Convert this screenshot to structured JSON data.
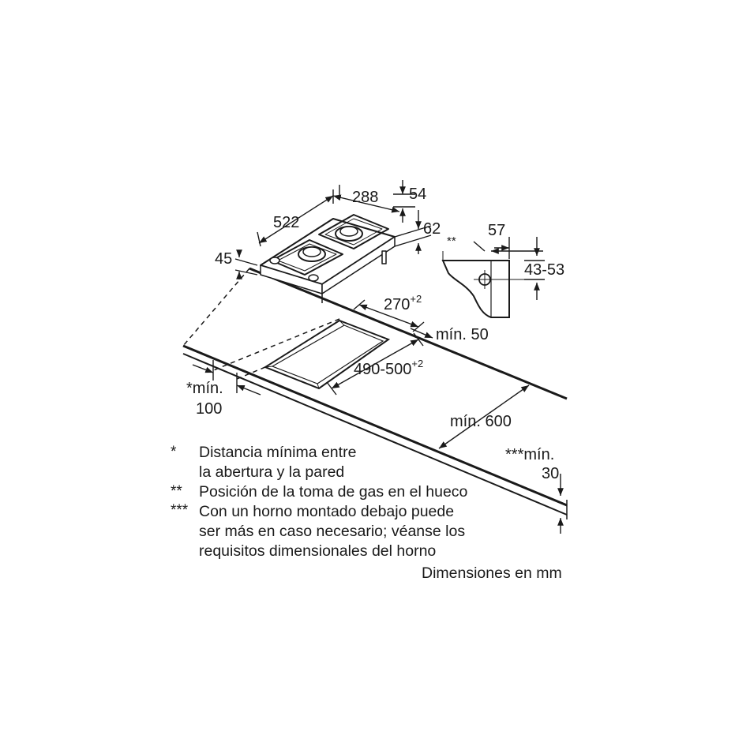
{
  "dimensions": {
    "width_288": "288",
    "depth_54": "54",
    "length_522": "522",
    "height_62": "62",
    "height_45": "45",
    "gas_57": "57",
    "gas_range": "43-53",
    "gas_mark": "**",
    "cutout_width": "270",
    "cutout_width_tol": "+2",
    "cutout_depth": "490-500",
    "cutout_depth_tol": "+2",
    "min_50": "mín. 50",
    "min_100_label": "*mín.",
    "min_100_value": "100",
    "min_600": "mín. 600",
    "min_30_label": "***mín.",
    "min_30_value": "30"
  },
  "notes": [
    {
      "mark": "*",
      "lines": [
        "Distancia mínima entre",
        "la abertura y la pared"
      ]
    },
    {
      "mark": "**",
      "lines": [
        "Posición de la toma de gas en el hueco"
      ]
    },
    {
      "mark": "***",
      "lines": [
        "Con un horno montado debajo puede",
        "ser más en caso necesario; véanse los",
        "requisitos dimensionales del horno"
      ]
    }
  ],
  "units_note": "Dimensiones en mm",
  "colors": {
    "line": "#1a1a1a"
  }
}
